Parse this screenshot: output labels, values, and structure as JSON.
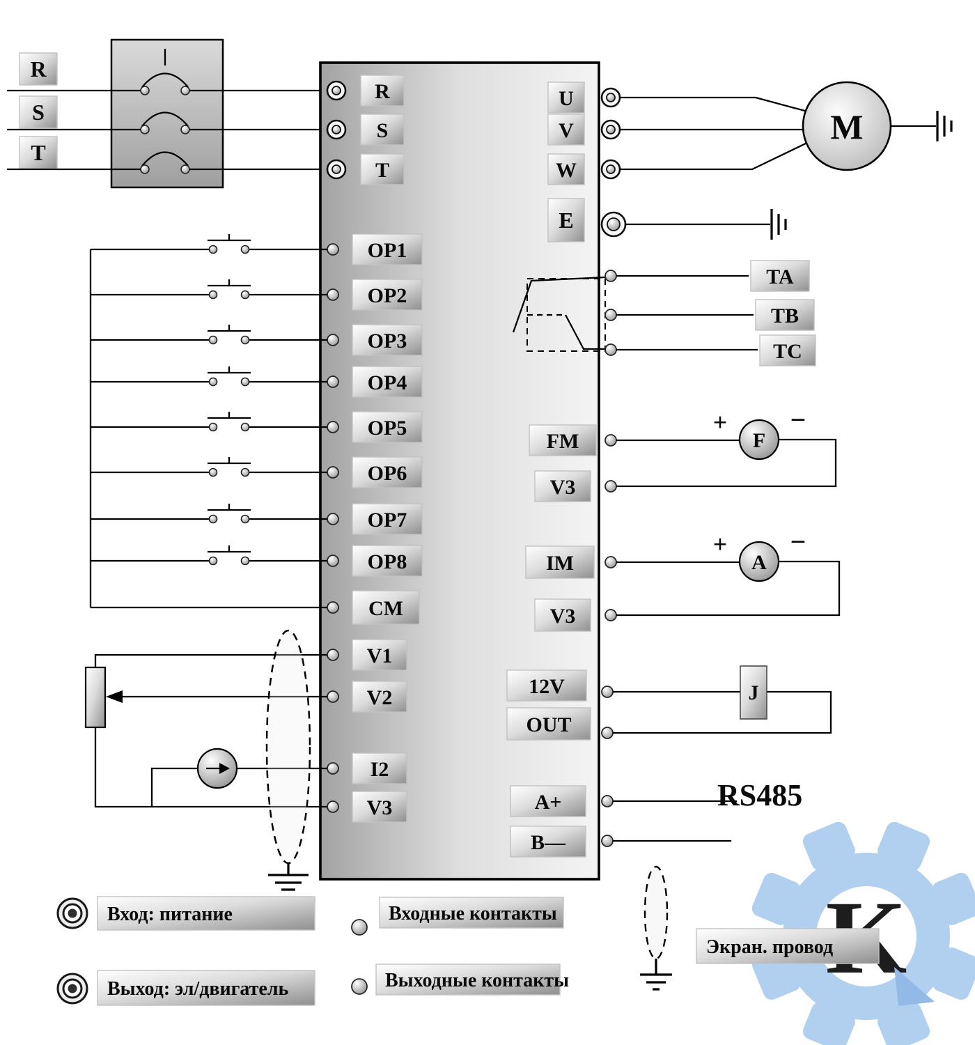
{
  "diagram": {
    "source": {
      "r": "R",
      "s": "S",
      "t": "T"
    },
    "inverter_left": {
      "r": "R",
      "s": "S",
      "t": "T",
      "cm": "CM",
      "v1": "V1",
      "v2": "V2",
      "i2": "I2",
      "v3": "V3"
    },
    "digital_inputs": [
      "OP1",
      "OP2",
      "OP3",
      "OP4",
      "OP5",
      "OP6",
      "OP7",
      "OP8"
    ],
    "outputs": {
      "u": "U",
      "v": "V",
      "w": "W",
      "e": "E",
      "motor": "M"
    },
    "relay": {
      "ta": "TA",
      "tb": "TB",
      "tc": "TC"
    },
    "freq_output": {
      "fm": "FM",
      "ref": "V3",
      "meter": "F"
    },
    "current_output": {
      "im": "IM",
      "ref": "V3",
      "meter": "A"
    },
    "collector_output": {
      "p12v": "12V",
      "out": "OUT",
      "device": "J"
    },
    "comm": {
      "a": "A+",
      "b": "B—",
      "bus": "RS485"
    },
    "symbols": {
      "plus": "+",
      "minus": "−"
    }
  },
  "legend": {
    "input_power": "Вход: питание",
    "output_motor": "Выход: эл/двигатель",
    "input_contacts": "Входные контакты",
    "output_contacts": "Выходные контакты",
    "shield_wire": "Экран. провод"
  },
  "logo": {
    "letter": "K"
  },
  "colors": {
    "accent_blue": "#abcbed",
    "logo_letter_blue": "#8ab5e5",
    "im_text": "#55551c"
  }
}
